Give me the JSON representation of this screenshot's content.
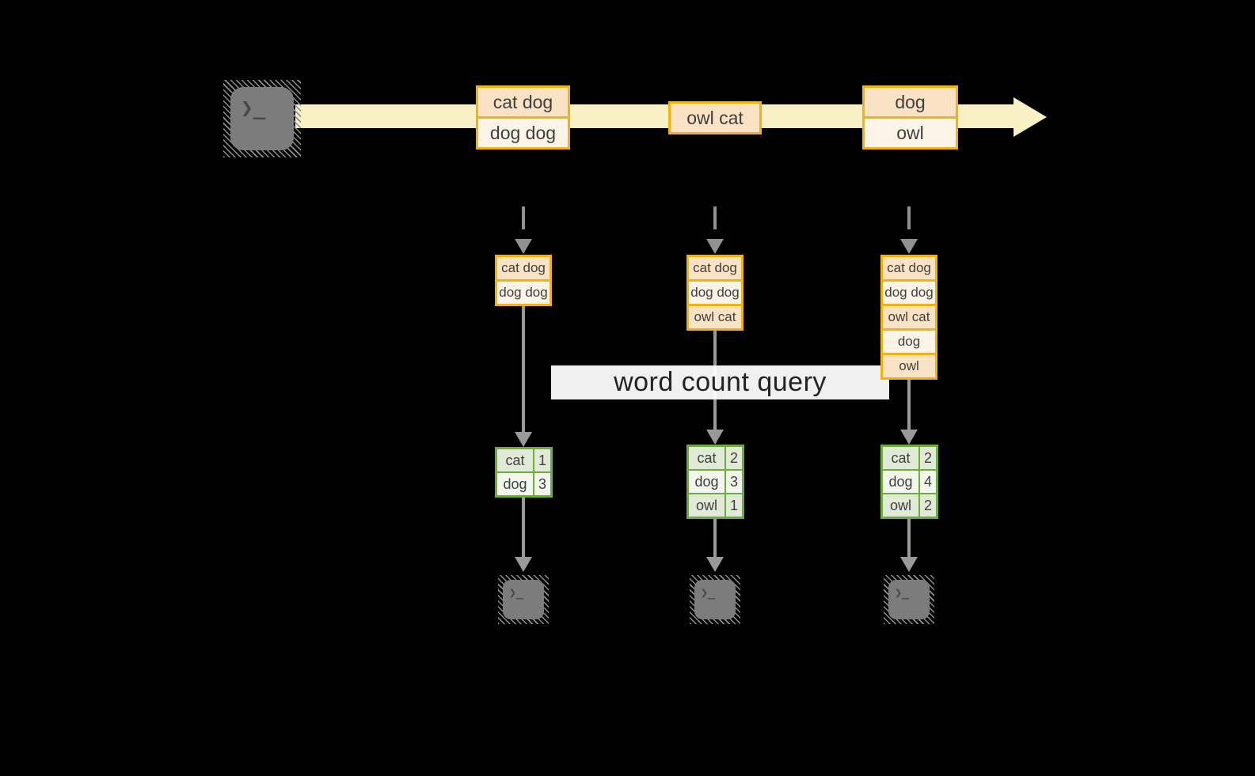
{
  "diagram": {
    "query_label": "word count query"
  },
  "icons": {
    "terminal_glyph": "❯_"
  },
  "stream": {
    "events": [
      {
        "rows": [
          "cat dog",
          "dog dog"
        ]
      },
      {
        "rows": [
          "owl cat"
        ]
      },
      {
        "rows": [
          "dog",
          "owl"
        ]
      }
    ]
  },
  "columns": [
    {
      "state_rows": [
        "cat dog",
        "dog dog"
      ],
      "result": {
        "rows": [
          {
            "word": "cat",
            "count": "1"
          },
          {
            "word": "dog",
            "count": "3"
          }
        ]
      }
    },
    {
      "state_rows": [
        "cat dog",
        "dog dog",
        "owl cat"
      ],
      "result": {
        "rows": [
          {
            "word": "cat",
            "count": "2"
          },
          {
            "word": "dog",
            "count": "3"
          },
          {
            "word": "owl",
            "count": "1"
          }
        ]
      }
    },
    {
      "state_rows": [
        "cat dog",
        "dog dog",
        "owl cat",
        "dog",
        "owl"
      ],
      "result": {
        "rows": [
          {
            "word": "cat",
            "count": "2"
          },
          {
            "word": "dog",
            "count": "4"
          },
          {
            "word": "owl",
            "count": "2"
          }
        ]
      }
    }
  ],
  "colors": {
    "background": "#000000",
    "stream_band": "#faf0c6",
    "box_border": "#f0b30f",
    "box_fill_dark": "#fae2c5",
    "box_fill_light": "#fcf4e6",
    "table_border": "#6fac3e",
    "table_fill_dark": "#e0ead6",
    "table_fill_light": "#f2f6ed",
    "arrow_gray": "#999999",
    "query_band": "#ffffff"
  }
}
